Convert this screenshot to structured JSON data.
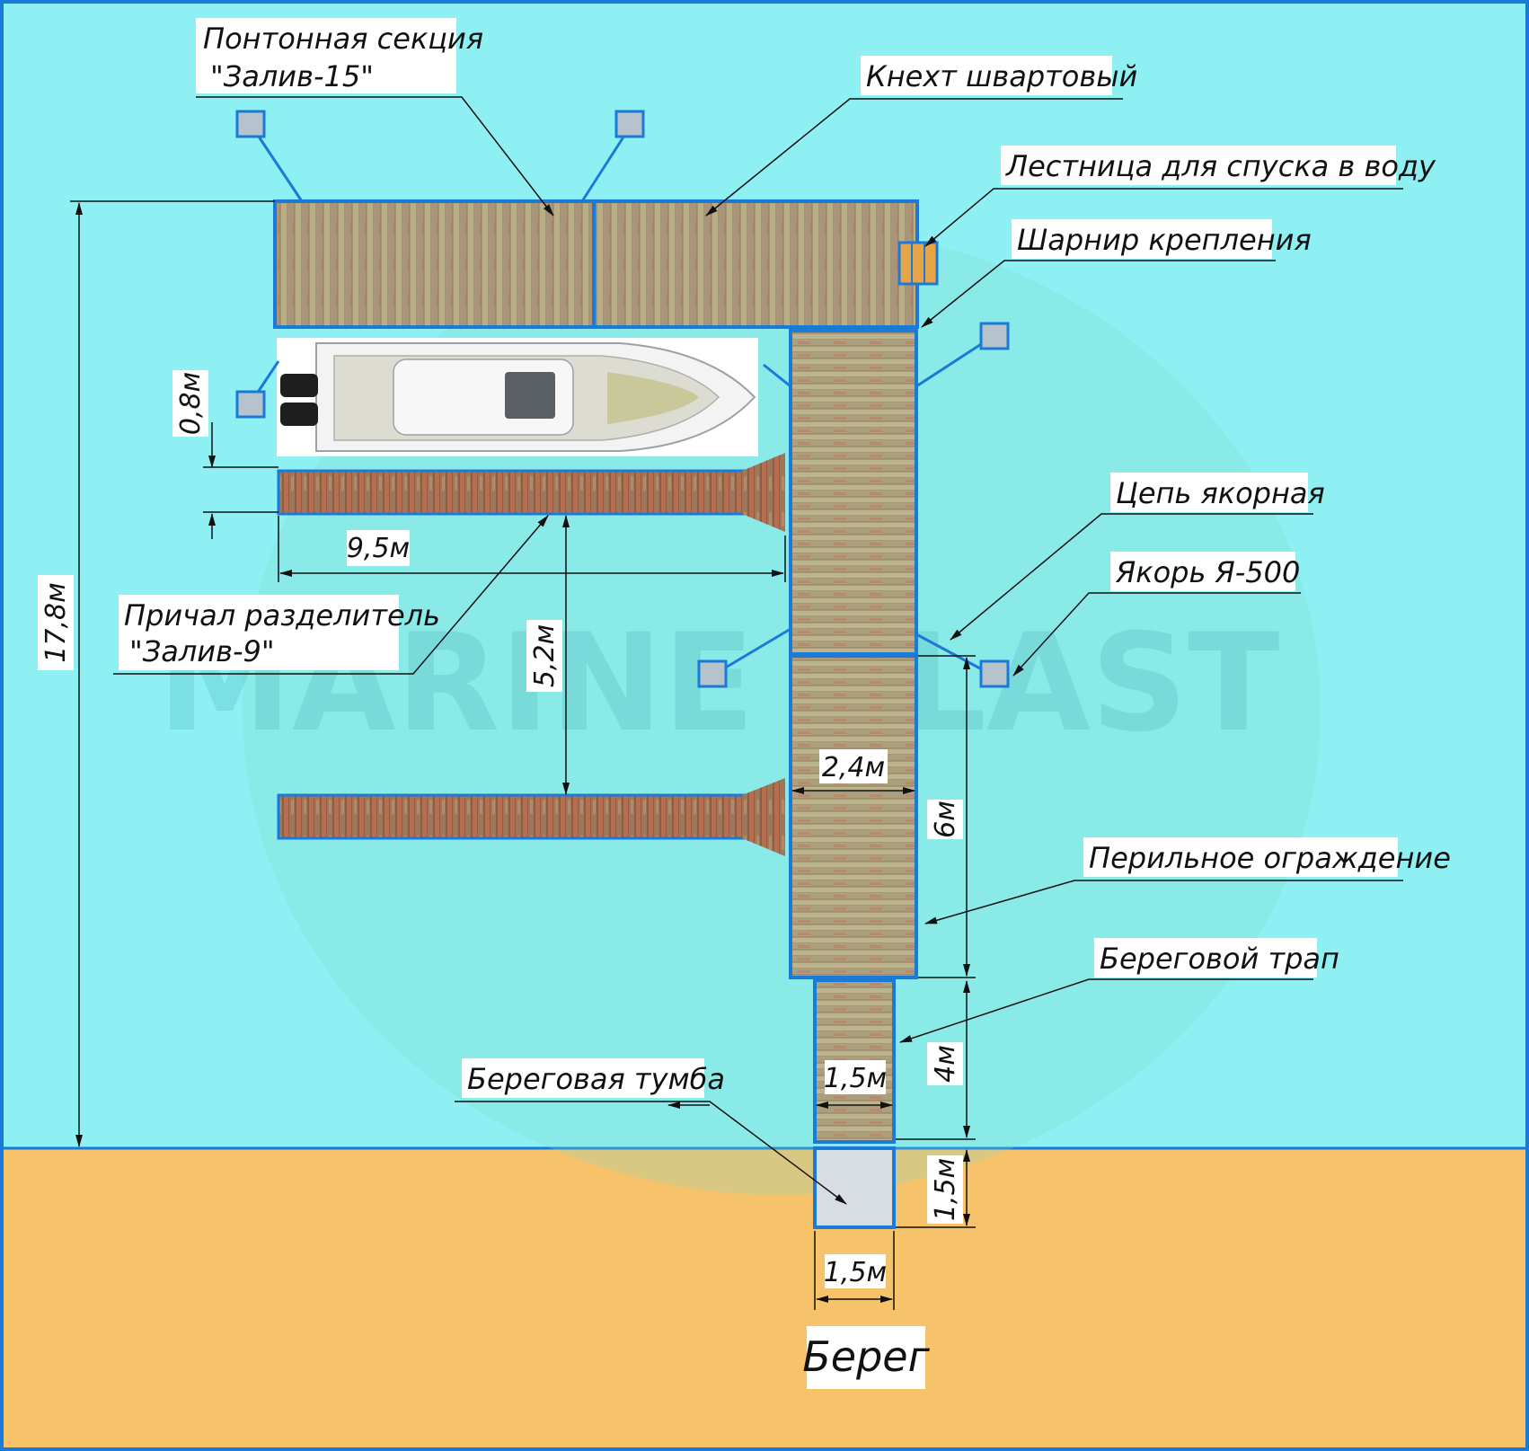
{
  "brand": {
    "watermark": "MARINE PLAST"
  },
  "labels": {
    "pontoon_section_line1": "Понтонная секция",
    "pontoon_section_line2": "\"Залив-15\"",
    "mooring_cleat": "Кнехт швартовый",
    "water_ladder": "Лестница для спуска в воду",
    "hinge": "Шарнир крепления",
    "anchor_chain": "Цепь якорная",
    "anchor": "Якорь Я-500",
    "divider_pier_line1": "Причал разделитель",
    "divider_pier_line2": "\"Залив-9\"",
    "railing": "Перильное ограждение",
    "shore_gangway": "Береговой трап",
    "shore_post": "Береговая тумба",
    "shore": "Берег"
  },
  "dimensions": {
    "total_length": "17,8м",
    "gap_boat": "0,8м",
    "pier_length": "9,5м",
    "pier_spacing": "5,2м",
    "main_width": "2,4м",
    "section_length": "6м",
    "gangway_length": "4м",
    "gangway_width": "1,5м",
    "post_length": "1,5м",
    "post_width": "1,5м"
  },
  "colors": {
    "water": "#8ef0f2",
    "shore": "#f7c36a",
    "deck_light": "#b7ad86",
    "deck_red": "#b86f52",
    "outline": "#1a7ad8",
    "anchor": "#b6c2cc"
  }
}
